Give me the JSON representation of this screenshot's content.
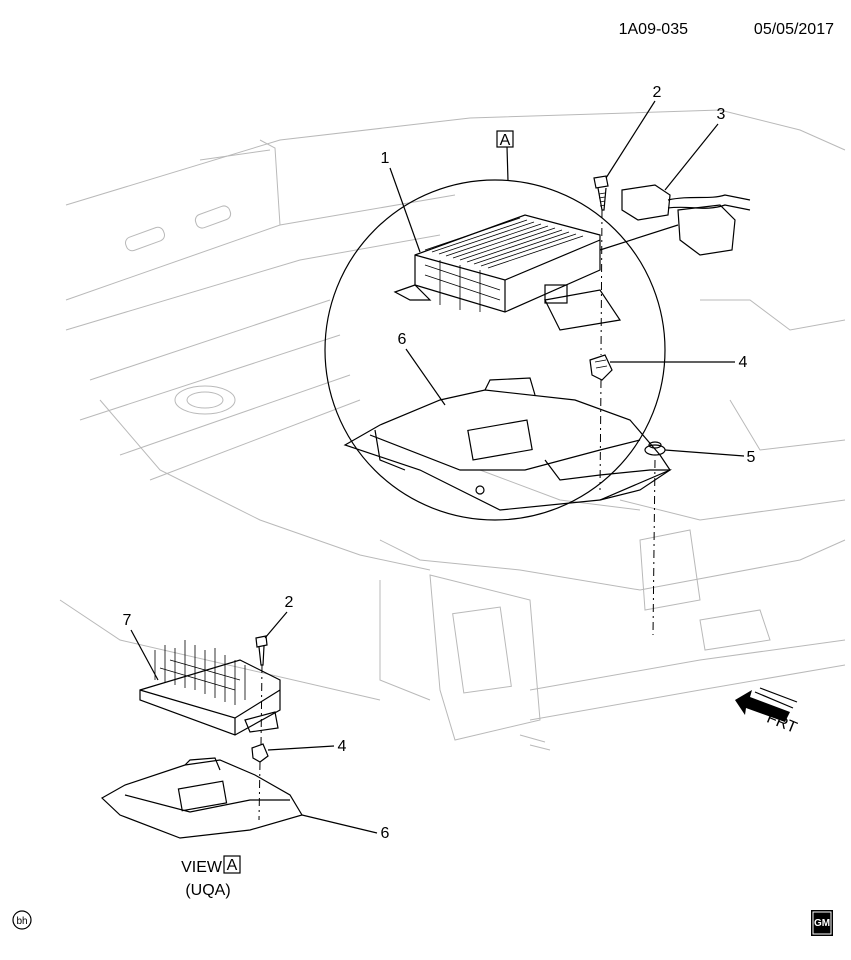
{
  "header": {
    "diagram_id": "1A09-035",
    "date": "05/05/2017"
  },
  "callouts": [
    "1",
    "2",
    "3",
    "4",
    "5",
    "6"
  ],
  "view_marker": "A",
  "inset": {
    "callouts": [
      "2",
      "7",
      "4",
      "6"
    ],
    "view_label": "VIEW",
    "view_letter": "A",
    "option_code": "(UQA)"
  },
  "front_arrow": "FRT",
  "stamp": "bh",
  "logo": "GM",
  "colors": {
    "line": "#000000",
    "background_lines": "#b9b9b9"
  }
}
